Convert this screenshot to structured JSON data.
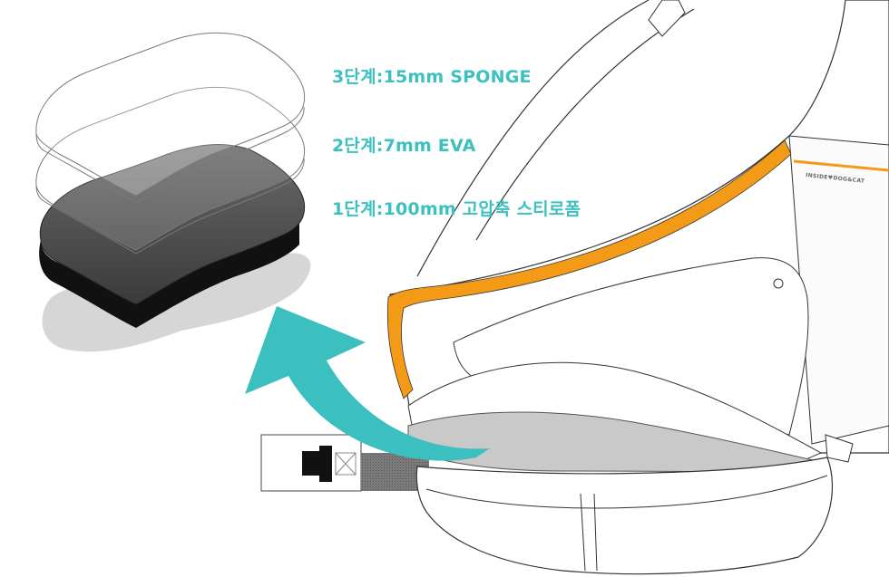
{
  "layers": [
    {
      "step": "3단계",
      "text": "3단계:15mm SPONGE"
    },
    {
      "step": "2단계",
      "text": "2단계:7mm EVA"
    },
    {
      "step": "1단계",
      "text": "1단계:100mm 고압축 스티로폼"
    }
  ],
  "bag": {
    "brand": "INSIDE♥DOG&CAT"
  },
  "colors": {
    "label": "#3cc0c0",
    "arrow": "#3cbfbf",
    "trim": "#f39a17",
    "base": "#2b2b2b",
    "outline": "#333333"
  }
}
